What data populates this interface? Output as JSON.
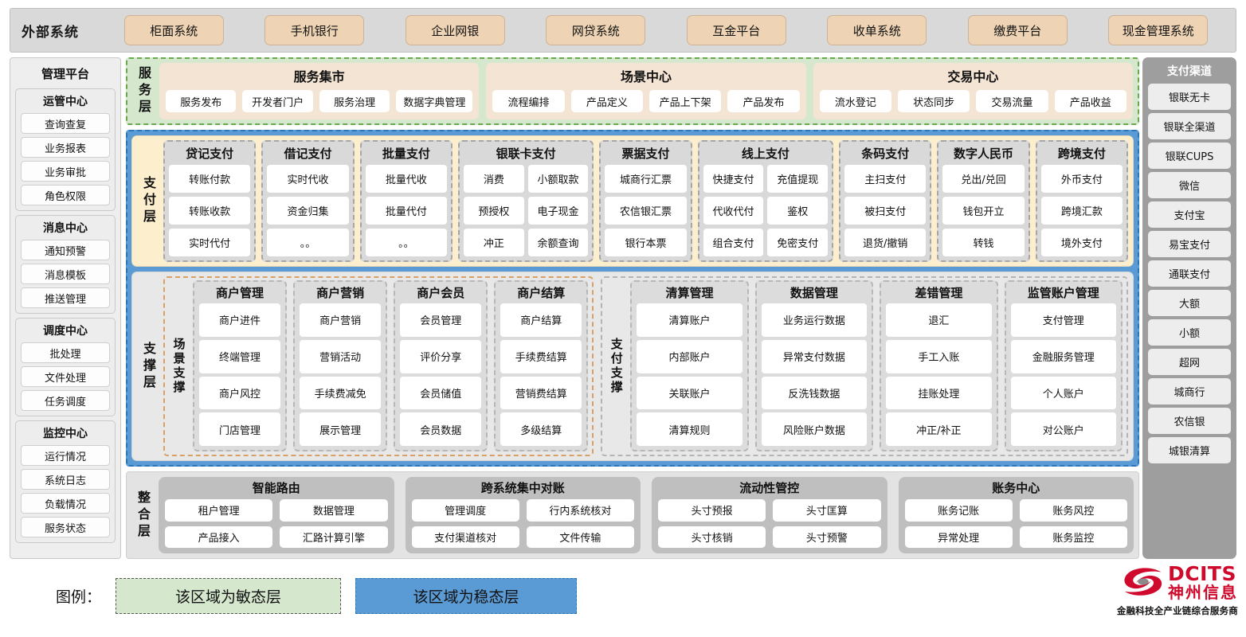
{
  "external": {
    "title": "外部系统",
    "items": [
      "柜面系统",
      "手机银行",
      "企业网银",
      "网贷系统",
      "互金平台",
      "收单系统",
      "缴费平台",
      "现金管理系统"
    ]
  },
  "management": {
    "title": "管理平台",
    "groups": [
      {
        "title": "运管中心",
        "items": [
          "查询查复",
          "业务报表",
          "业务审批",
          "角色权限"
        ]
      },
      {
        "title": "消息中心",
        "items": [
          "通知预警",
          "消息模板",
          "推送管理"
        ]
      },
      {
        "title": "调度中心",
        "items": [
          "批处理",
          "文件处理",
          "任务调度"
        ]
      },
      {
        "title": "监控中心",
        "items": [
          "运行情况",
          "系统日志",
          "负载情况",
          "服务状态"
        ]
      }
    ]
  },
  "channels": {
    "title": "支付渠道",
    "items": [
      "银联无卡",
      "银联全渠道",
      "银联CUPS",
      "微信",
      "支付宝",
      "易宝支付",
      "通联支付",
      "大额",
      "小额",
      "超网",
      "城商行",
      "农信银",
      "城银清算"
    ]
  },
  "service_layer": {
    "label": "服务层",
    "groups": [
      {
        "title": "服务集市",
        "items": [
          "服务发布",
          "开发者门户",
          "服务治理",
          "数据字典管理"
        ]
      },
      {
        "title": "场景中心",
        "items": [
          "流程编排",
          "产品定义",
          "产品上下架",
          "产品发布"
        ]
      },
      {
        "title": "交易中心",
        "items": [
          "流水登记",
          "状态同步",
          "交易流量",
          "产品收益"
        ]
      }
    ]
  },
  "payment_layer": {
    "label": "支付层",
    "columns": [
      {
        "title": "贷记支付",
        "cols": 1,
        "rows": [
          [
            "转账付款"
          ],
          [
            "转账收款"
          ],
          [
            "实时代付"
          ]
        ]
      },
      {
        "title": "借记支付",
        "cols": 1,
        "rows": [
          [
            "实时代收"
          ],
          [
            "资金归集"
          ],
          [
            "。。"
          ]
        ]
      },
      {
        "title": "批量支付",
        "cols": 1,
        "rows": [
          [
            "批量代收"
          ],
          [
            "批量代付"
          ],
          [
            "。。"
          ]
        ]
      },
      {
        "title": "银联卡支付",
        "cols": 2,
        "rows": [
          [
            "消费",
            "小额取款"
          ],
          [
            "预授权",
            "电子现金"
          ],
          [
            "冲正",
            "余额查询"
          ]
        ]
      },
      {
        "title": "票据支付",
        "cols": 1,
        "rows": [
          [
            "城商行汇票"
          ],
          [
            "农信银汇票"
          ],
          [
            "银行本票"
          ]
        ]
      },
      {
        "title": "线上支付",
        "cols": 2,
        "rows": [
          [
            "快捷支付",
            "充值提现"
          ],
          [
            "代收代付",
            "鉴权"
          ],
          [
            "组合支付",
            "免密支付"
          ]
        ]
      },
      {
        "title": "条码支付",
        "cols": 1,
        "rows": [
          [
            "主扫支付"
          ],
          [
            "被扫支付"
          ],
          [
            "退货/撤销"
          ]
        ]
      },
      {
        "title": "数字人民币",
        "cols": 1,
        "rows": [
          [
            "兑出/兑回"
          ],
          [
            "钱包开立"
          ],
          [
            "转钱"
          ]
        ]
      },
      {
        "title": "跨境支付",
        "cols": 1,
        "rows": [
          [
            "外币支付"
          ],
          [
            "跨境汇款"
          ],
          [
            "境外支付"
          ]
        ]
      }
    ]
  },
  "support_layer": {
    "label": "支撑层",
    "zones": [
      {
        "label": "场景支撑",
        "columns": [
          {
            "title": "商户管理",
            "items": [
              "商户进件",
              "终端管理",
              "商户风控",
              "门店管理"
            ]
          },
          {
            "title": "商户营销",
            "items": [
              "商户营销",
              "营销活动",
              "手续费减免",
              "展示管理"
            ]
          },
          {
            "title": "商户会员",
            "items": [
              "会员管理",
              "评价分享",
              "会员储值",
              "会员数据"
            ]
          },
          {
            "title": "商户结算",
            "items": [
              "商户结算",
              "手续费结算",
              "营销费结算",
              "多级结算"
            ]
          }
        ]
      },
      {
        "label": "支付支撑",
        "columns": [
          {
            "title": "清算管理",
            "items": [
              "清算账户",
              "内部账户",
              "关联账户",
              "清算规则"
            ]
          },
          {
            "title": "数据管理",
            "items": [
              "业务运行数据",
              "异常支付数据",
              "反洗钱数据",
              "风险账户数据"
            ]
          },
          {
            "title": "差错管理",
            "items": [
              "退汇",
              "手工入账",
              "挂账处理",
              "冲正/补正"
            ]
          },
          {
            "title": "监管账户管理",
            "items": [
              "支付管理",
              "金融服务管理",
              "个人账户",
              "对公账户"
            ]
          }
        ]
      }
    ]
  },
  "integration_layer": {
    "label": "整合层",
    "groups": [
      {
        "title": "智能路由",
        "rows": [
          [
            "租户管理",
            "数据管理"
          ],
          [
            "产品接入",
            "汇路计算引擎"
          ]
        ]
      },
      {
        "title": "跨系统集中对账",
        "rows": [
          [
            "管理调度",
            "行内系统核对"
          ],
          [
            "支付渠道核对",
            "文件传输"
          ]
        ]
      },
      {
        "title": "流动性管控",
        "rows": [
          [
            "头寸预报",
            "头寸匡算"
          ],
          [
            "头寸核销",
            "头寸预警"
          ]
        ]
      },
      {
        "title": "账务中心",
        "rows": [
          [
            "账务记账",
            "账务风控"
          ],
          [
            "异常处理",
            "账务监控"
          ]
        ]
      }
    ]
  },
  "legend": {
    "label": "图例：",
    "agile_text": "该区域为敏态层",
    "stable_text": "该区域为稳态层",
    "agile_color": "#d5e8ce",
    "stable_color": "#5b9bd5"
  },
  "logo": {
    "en": "DCITS",
    "cn": "神州信息",
    "tagline": "金融科技全产业链综合服务商",
    "color": "#cf0a2c"
  }
}
